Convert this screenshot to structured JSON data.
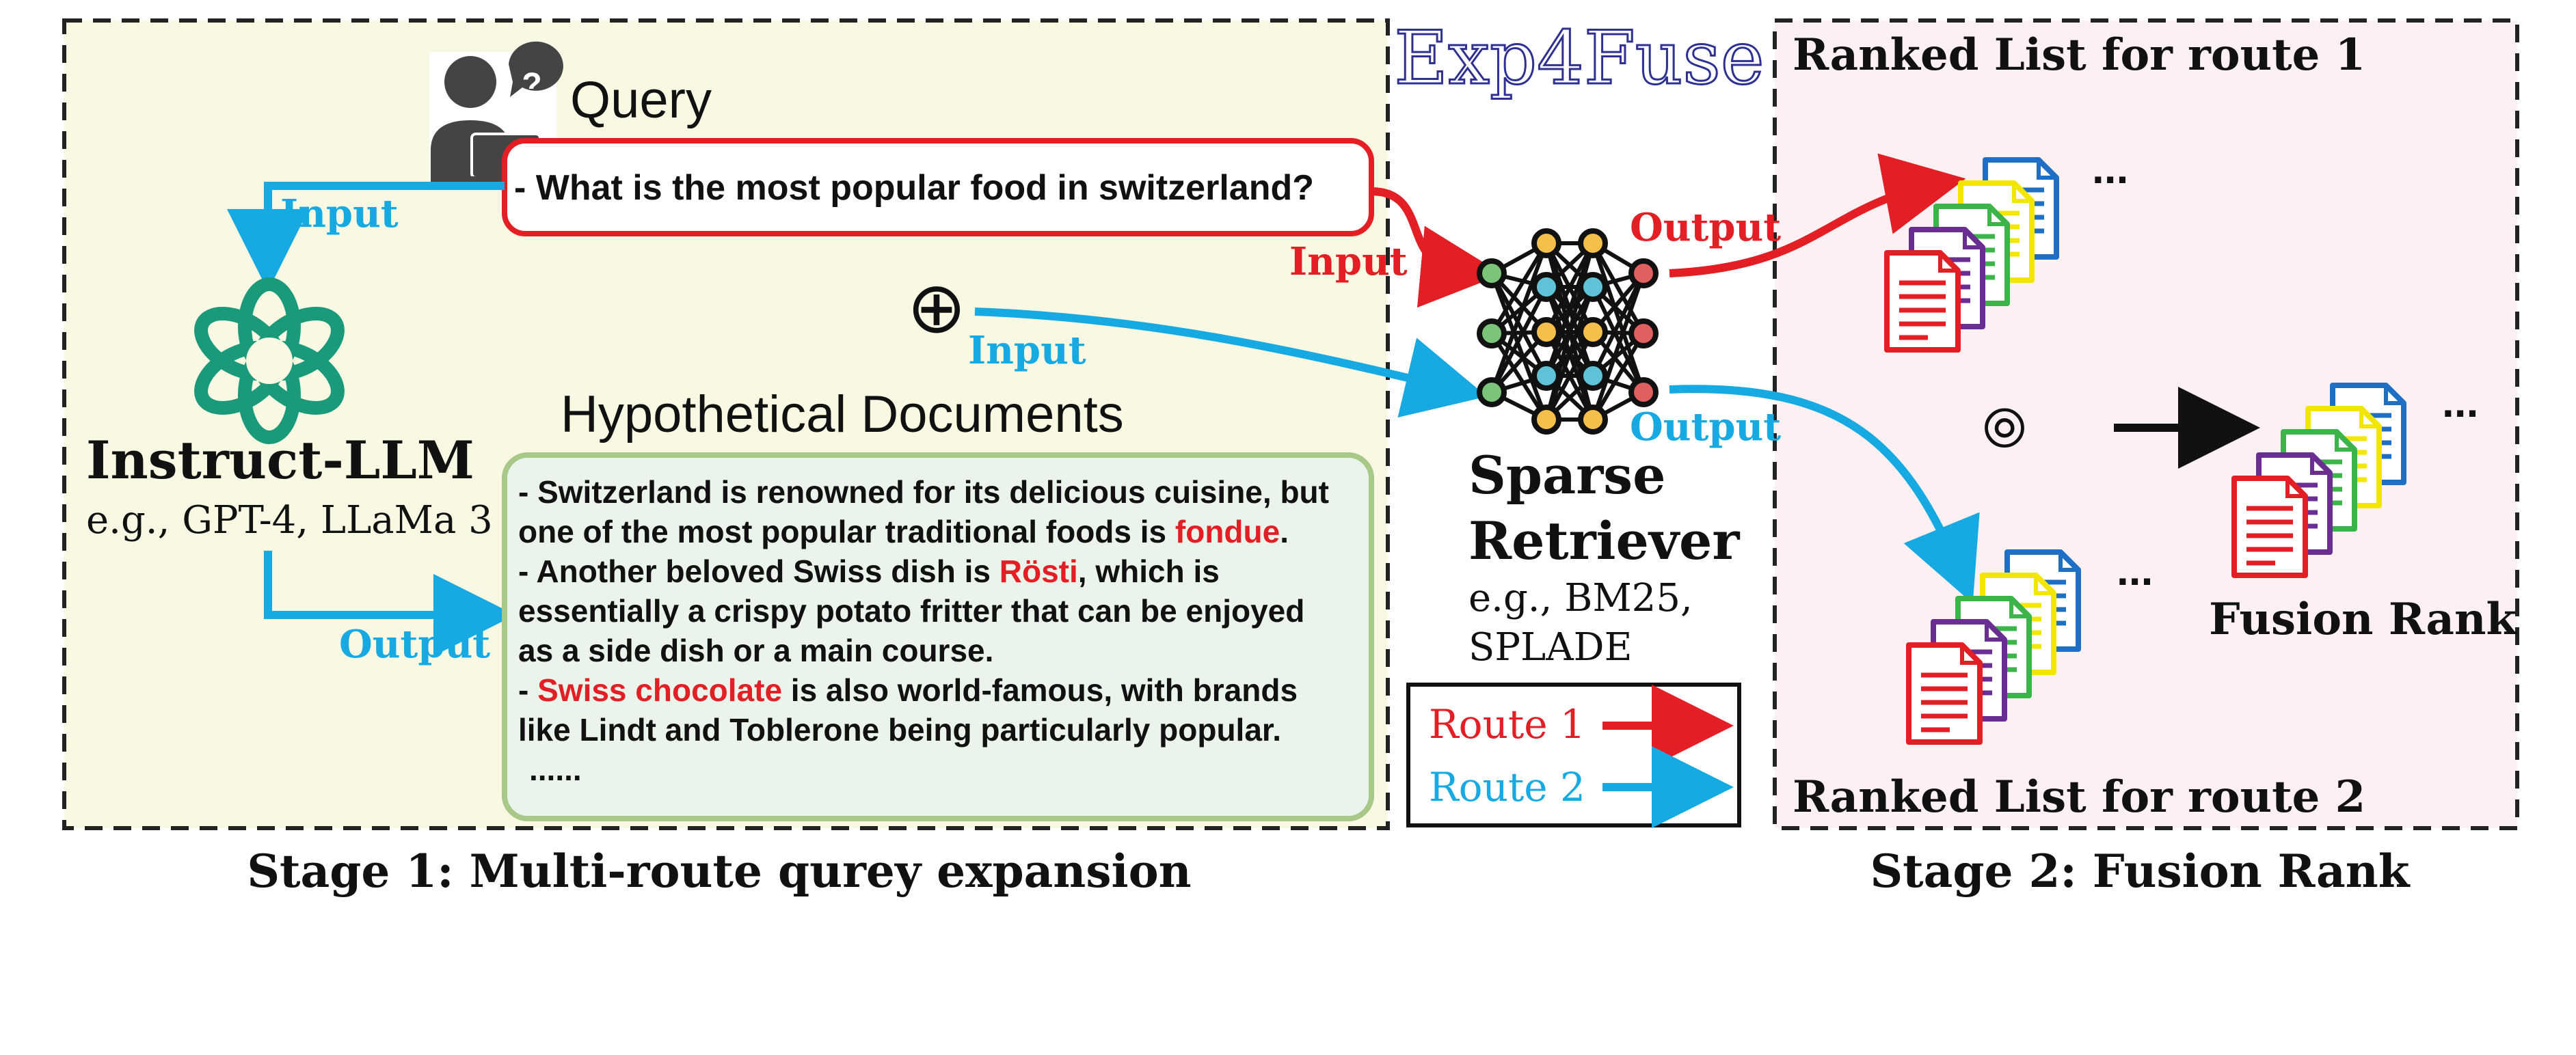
{
  "title": "Exp4Fuse",
  "colors": {
    "route1": "#e31e24",
    "route2": "#17a9e1",
    "stage1_bg": "#f9f9e3",
    "stage2_bg": "#fcf0f3",
    "doc_box_bg": "#eaf4ea",
    "doc_box_border": "#a8c88a",
    "llm_logo": "#1a9a7a",
    "title_color": "#2e3192"
  },
  "stage1": {
    "query_label": "Query",
    "query_text": "- What is the most popular food in switzerland?",
    "llm_name": "Instruct-LLM",
    "llm_examples": "e.g., GPT-4, LLaMa 3",
    "llm_icon": "openai-logo-icon",
    "user_icon": "user-question-icon",
    "concat_symbol": "⊕",
    "input_label_llm": "Input",
    "input_label_concat": "Input",
    "output_label": "Output",
    "hypo_title": "Hypothetical Documents",
    "hypo_docs": {
      "l1": "- Switzerland is renowned for its delicious cuisine, but",
      "l2a": "one of the most popular traditional foods is ",
      "l2b": "fondue",
      "l2c": ".",
      "l3a": "- Another beloved Swiss dish is ",
      "l3b": "Rösti",
      "l3c": ", which is",
      "l4": "essentially a crispy potato fritter that can be enjoyed",
      "l5": "as a side dish or a main course.",
      "l6a": "- ",
      "l6b": "Swiss chocolate",
      "l6c": " is also world-famous, with brands",
      "l7": "like Lindt and Toblerone being particularly popular.",
      "l8": "......"
    },
    "caption": "Stage 1: Multi-route qurey expansion"
  },
  "retriever": {
    "input_label": "Input",
    "name_line1": "Sparse",
    "name_line2": "Retriever",
    "examples_line1": "e.g., BM25,",
    "examples_line2": "SPLADE",
    "icon": "neural-network-icon",
    "output_label_1": "Output",
    "output_label_2": "Output"
  },
  "legend": {
    "route1": "Route 1",
    "route2": "Route 2"
  },
  "stage2": {
    "ranked_list_1": "Ranked List for route 1",
    "ranked_list_2": "Ranked List for route 2",
    "fusion_label": "Fusion Rank",
    "fusion_symbol": "⦾",
    "ellipsis": "...",
    "caption": "Stage 2: Fusion Rank",
    "doc_icon": "document-stack-icon"
  }
}
